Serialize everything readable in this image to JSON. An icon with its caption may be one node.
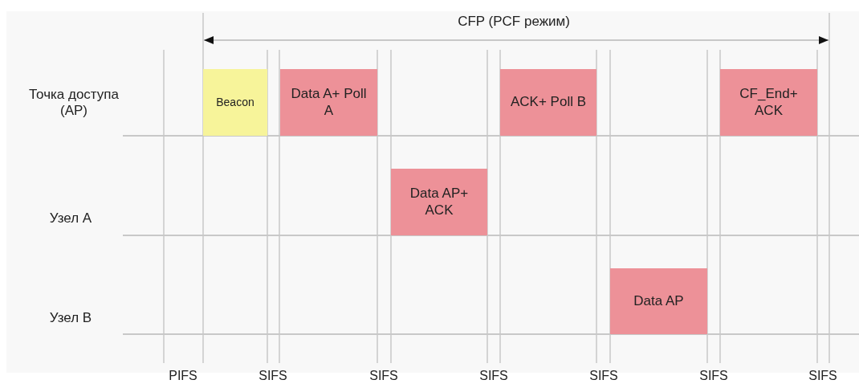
{
  "diagram": {
    "nodes": [
      {
        "text": [
          "Beacon"
        ]
      },
      {
        "text": [
          "Data A+ Poll A"
        ]
      },
      {
        "text": [
          "ACK+ Poll B"
        ]
      },
      {
        "text": [
          "CF_End+ ACK"
        ]
      },
      {
        "text": [
          "Data AP+ ACK"
        ]
      },
      {
        "text": [
          "Data AP"
        ]
      }
    ],
    "labels": [
      "CFP (PCF режим)",
      "Точка доступа (AP)",
      "Узел A",
      "Узел B",
      "PIFS",
      "SIFS",
      "SIFS",
      "SIFS",
      "SIFS",
      "SIFS",
      "SIFS"
    ]
  }
}
